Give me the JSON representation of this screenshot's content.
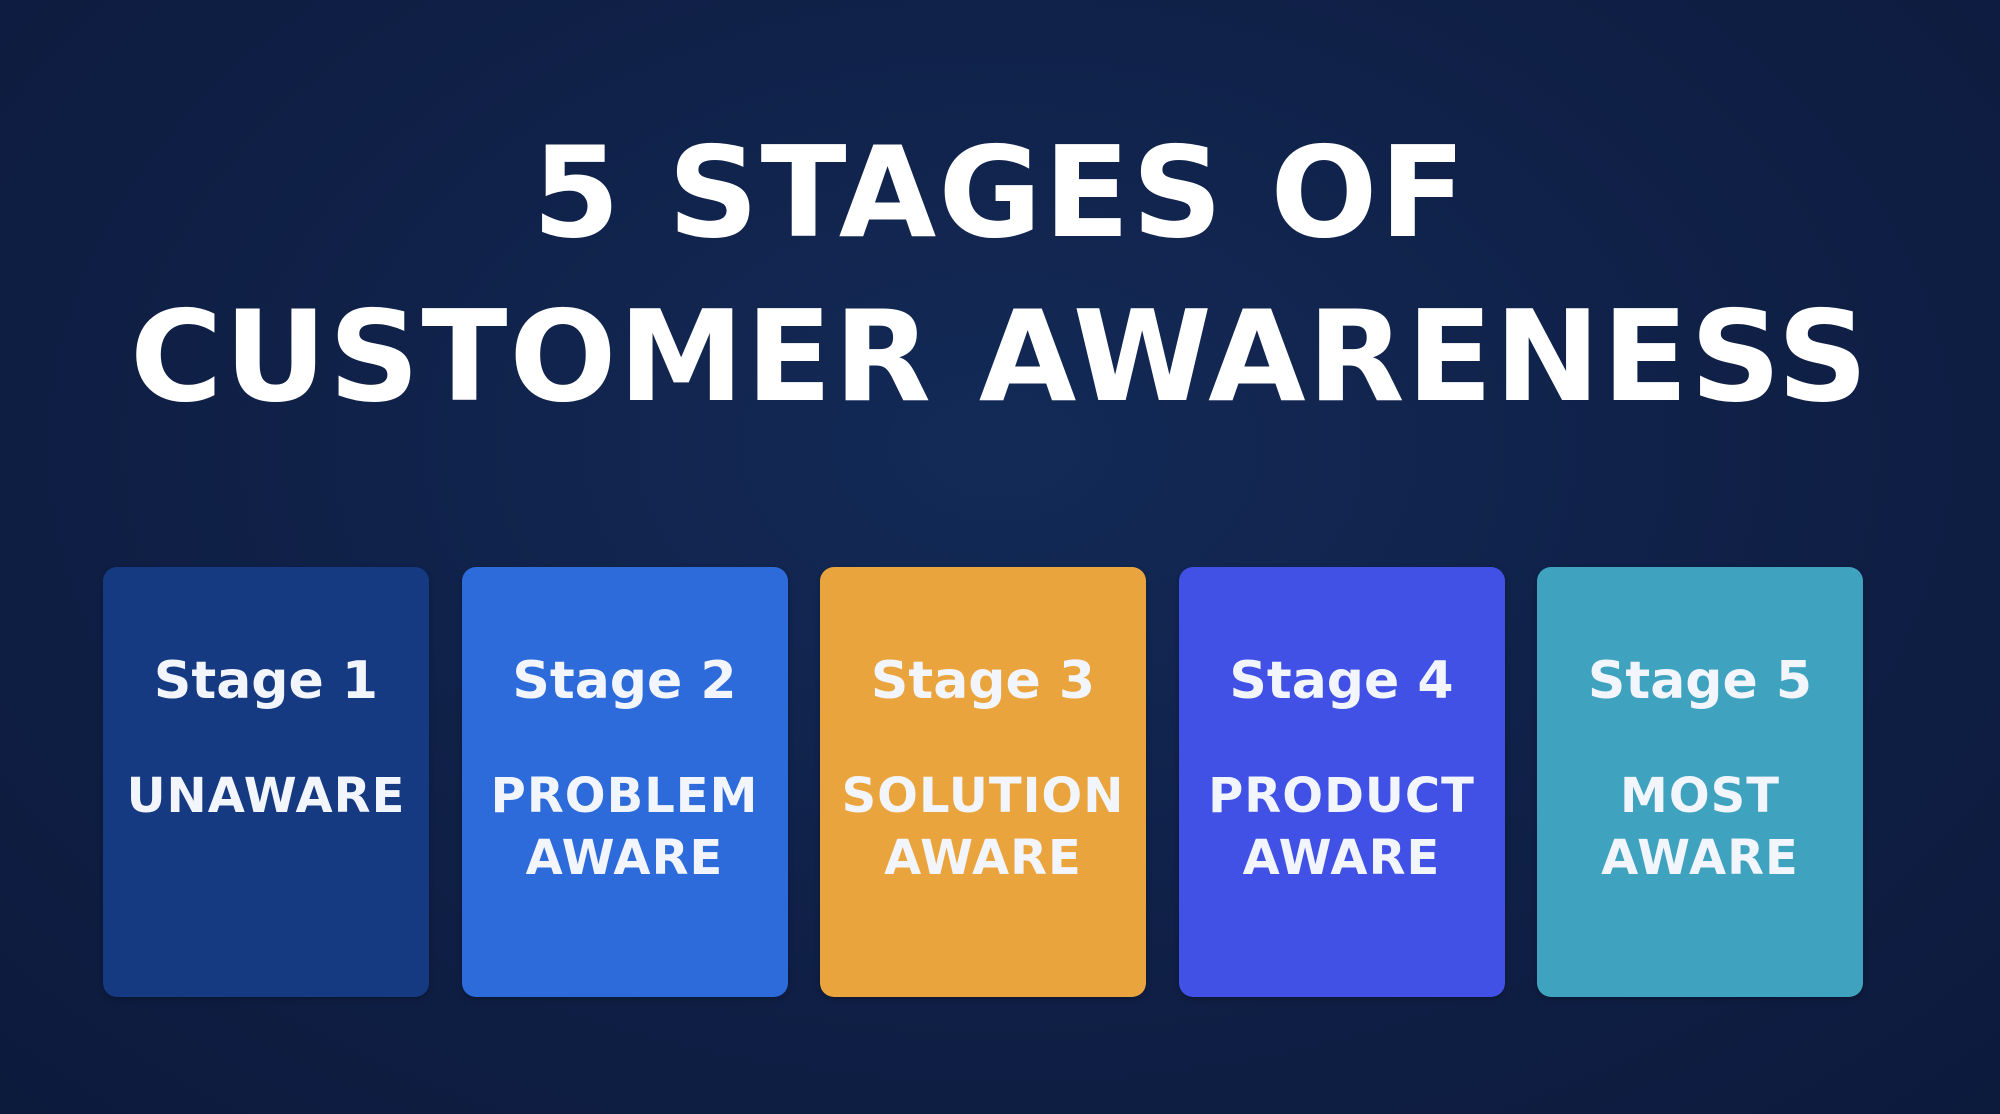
{
  "title": {
    "line1": "5 STAGES OF",
    "line2": "CUSTOMER AWARENESS"
  },
  "colors": {
    "background": "#0f1f45",
    "stage1": "#163a82",
    "stage2": "#2d6ada",
    "stage3": "#eaa43e",
    "stage4": "#4151e6",
    "stage5": "#3fa2be"
  },
  "stages": [
    {
      "label": "Stage 1",
      "name_line1": "UNAWARE",
      "name_line2": ""
    },
    {
      "label": "Stage 2",
      "name_line1": "PROBLEM",
      "name_line2": "AWARE"
    },
    {
      "label": "Stage 3",
      "name_line1": "SOLUTION",
      "name_line2": "AWARE"
    },
    {
      "label": "Stage 4",
      "name_line1": "PRODUCT",
      "name_line2": "AWARE"
    },
    {
      "label": "Stage 5",
      "name_line1": "MOST",
      "name_line2": "AWARE"
    }
  ]
}
